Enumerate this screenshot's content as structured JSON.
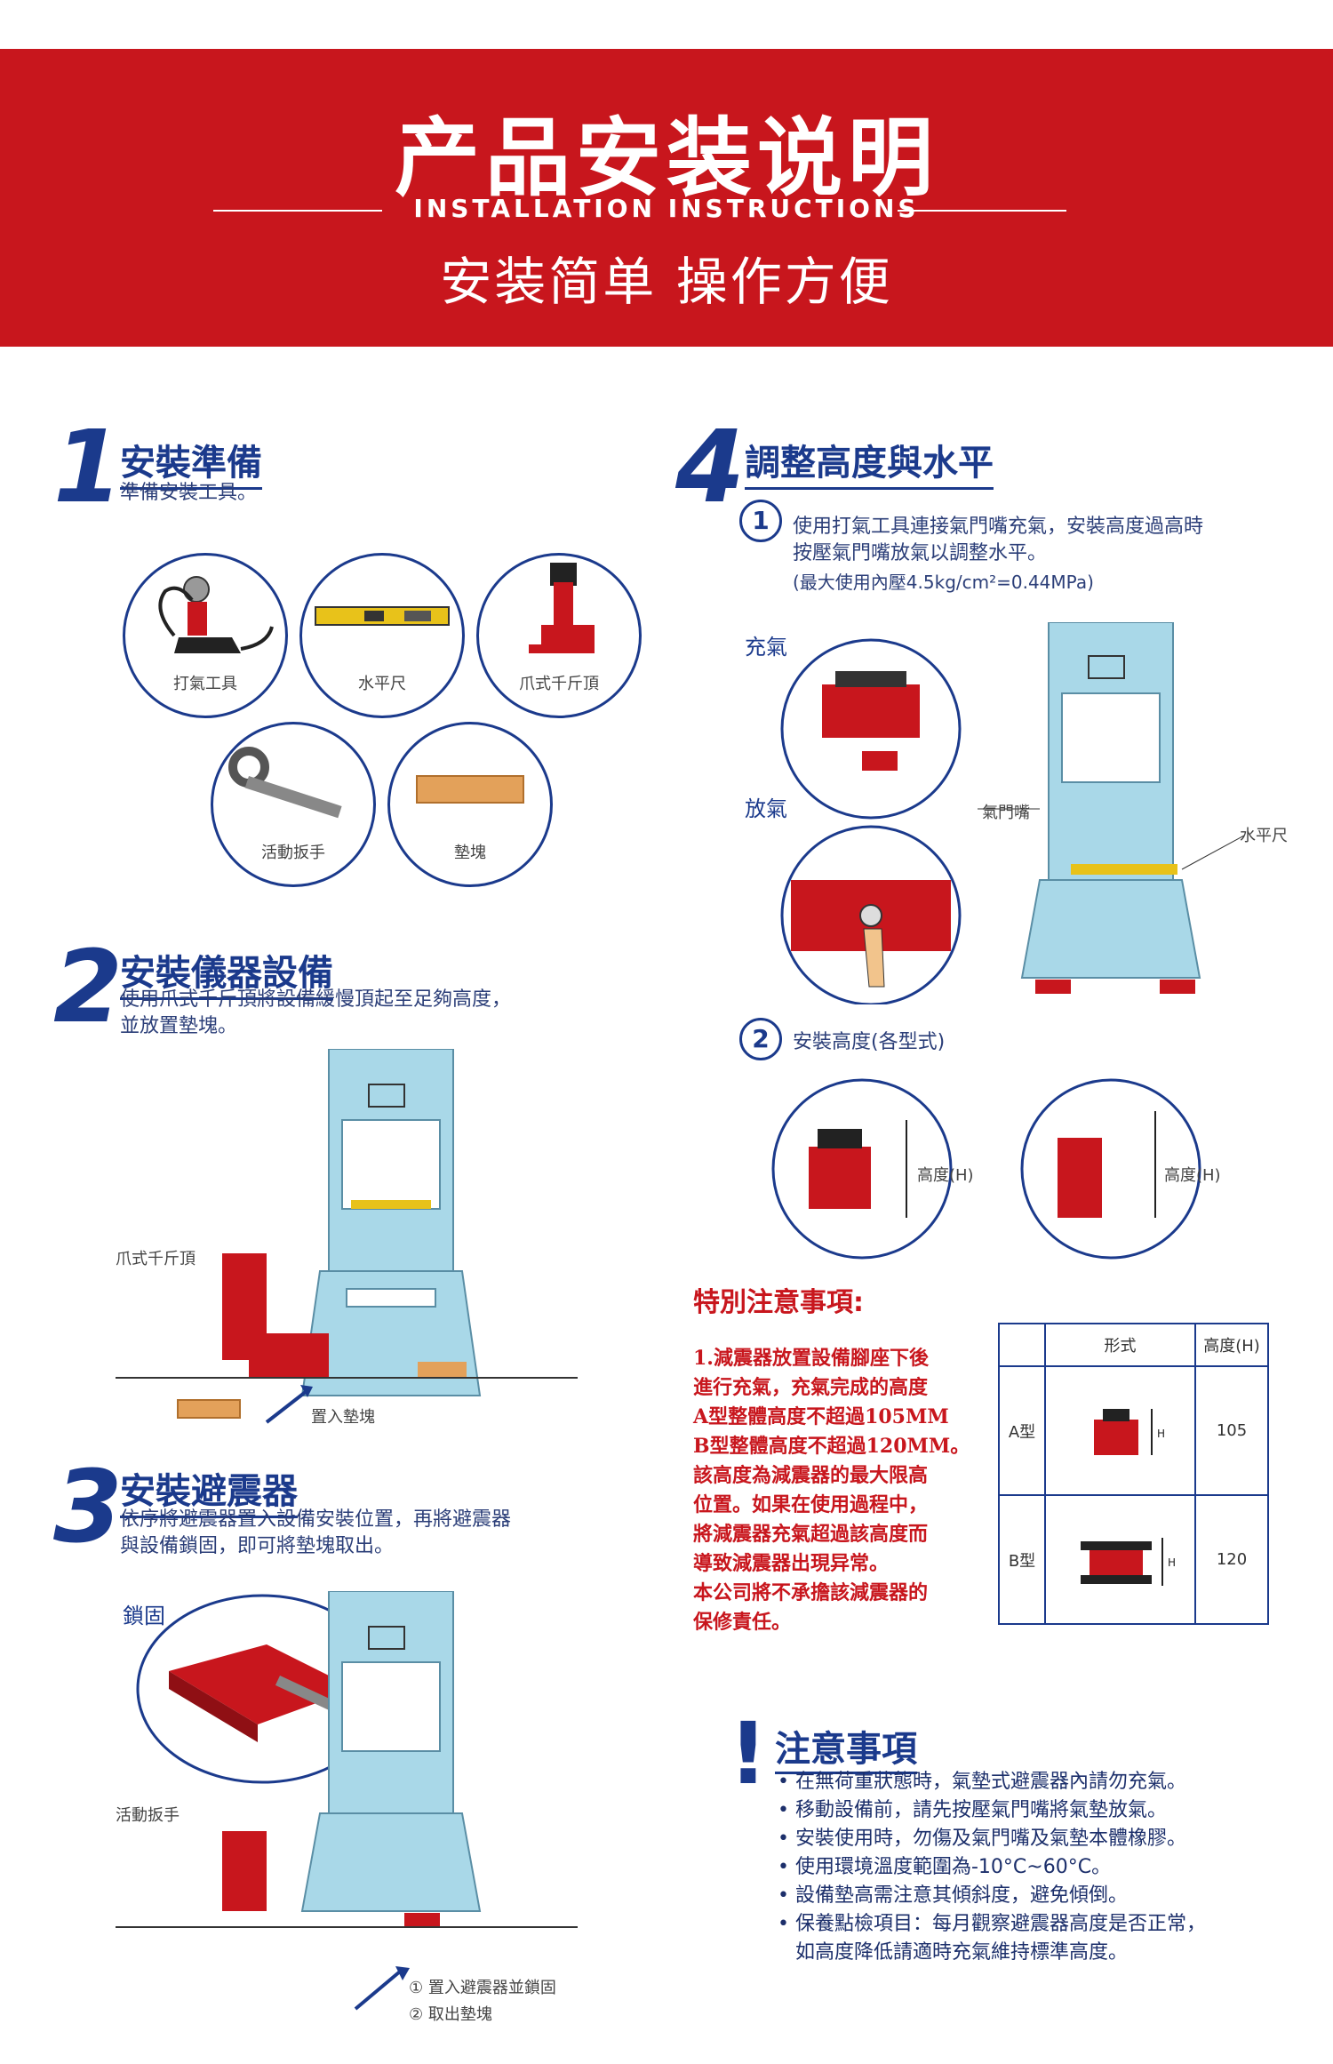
{
  "header": {
    "title": "产品安装说明",
    "subtitle": "INSTALLATION INSTRUCTIONS",
    "slogan": "安装简单 操作方便"
  },
  "step1": {
    "number": "1",
    "title": "安裝準備",
    "desc": "準備安裝工具。",
    "tools": [
      "打氣工具",
      "水平尺",
      "爪式千斤頂",
      "活動扳手",
      "墊塊"
    ]
  },
  "step2": {
    "number": "2",
    "title": "安裝儀器設備",
    "desc_line1": "使用爪式千斤頂將設備緩慢頂起至足夠高度，",
    "desc_line2": "並放置墊塊。",
    "label_jack": "爪式千斤頂",
    "label_pad": "置入墊塊"
  },
  "step3": {
    "number": "3",
    "title": "安裝避震器",
    "desc_line1": "依序將避震器置入設備安裝位置，再將避震器",
    "desc_line2": "與設備鎖固，即可將墊塊取出。",
    "label_lock": "鎖固",
    "label_wrench": "活動扳手",
    "note1": "① 置入避震器並鎖固",
    "note2": "② 取出墊塊"
  },
  "step4": {
    "number": "4",
    "title": "調整高度與水平",
    "item1_num": "1",
    "item1_line1": "使用打氣工具連接氣門嘴充氣，安裝高度過高時",
    "item1_line2": "按壓氣門嘴放氣以調整水平。",
    "item1_line3": "(最大使用內壓4.5kg/cm²=0.44MPa)",
    "label_inflate": "充氣",
    "label_deflate": "放氣",
    "label_valve": "氣門嘴",
    "label_level": "水平尺",
    "item2_num": "2",
    "item2_text": "安裝高度(各型式)",
    "height_label_a": "高度(H)",
    "height_label_b": "高度(H)"
  },
  "notice": {
    "title": "特別注意事項:",
    "lines": [
      "1.減震器放置設備腳座下後",
      "進行充氣，充氣完成的高度",
      "A型整體高度不超過105MM",
      "B型整體高度不超過120MM。",
      "該高度為減震器的最大限高",
      "位置。如果在使用過程中，",
      "將減震器充氣超過該高度而",
      "導致減震器出現异常。",
      "本公司將不承擔該減震器的",
      "保修責任。"
    ]
  },
  "spec_table": {
    "col_type": "形式",
    "col_height": "高度(H)",
    "row_a_type": "A型",
    "row_a_h": "H",
    "row_a_value": "105",
    "row_b_type": "B型",
    "row_b_h": "H",
    "row_b_value": "120"
  },
  "warnings": {
    "mark": "!",
    "title": "注意事項",
    "items": [
      "在無荷重狀態時，氣墊式避震器內請勿充氣。",
      "移動設備前，請先按壓氣門嘴將氣墊放氣。",
      "安裝使用時，勿傷及氣門嘴及氣墊本體橡膠。",
      "使用環境溫度範圍為-10°C~60°C。",
      "設備墊高需注意其傾斜度，避免傾倒。",
      "保養點檢項目：每月觀察避震器高度是否正常，",
      "如高度降低請適時充氣維持標準高度。"
    ]
  },
  "colors": {
    "red": "#c8161d",
    "navy": "#1b3a8c",
    "machine": "#a9d8e8",
    "pad": "#e3a15a"
  }
}
